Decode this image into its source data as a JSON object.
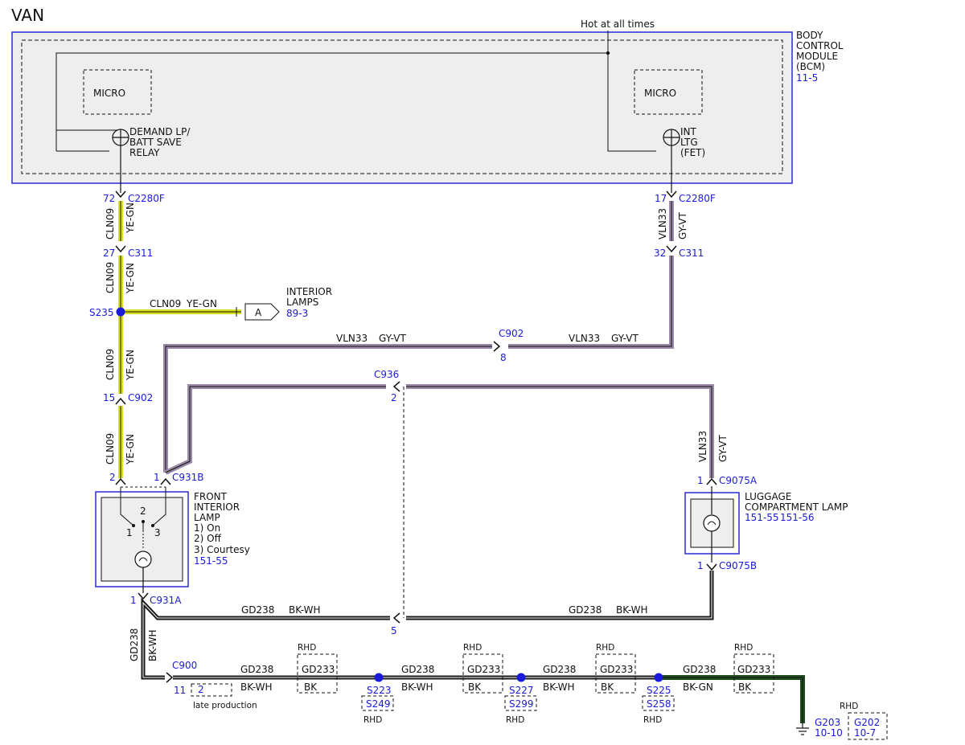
{
  "title": "VAN",
  "hot_label": "Hot at all times",
  "bcm": {
    "line1": "BODY",
    "line2": "CONTROL",
    "line3": "MODULE",
    "line4": "(BCM)",
    "ref": "11-5",
    "micro_left": "MICRO",
    "micro_right": "MICRO",
    "demand_1": "DEMAND LP/",
    "demand_2": "BATT SAVE",
    "demand_3": "RELAY",
    "int_1": "INT",
    "int_2": "LTG",
    "int_3": "(FET)"
  },
  "connectors": {
    "c2280f_a_pin": "72",
    "c2280f_a": "C2280F",
    "c2280f_b_pin": "17",
    "c2280f_b": "C2280F",
    "c311_a_pin": "27",
    "c311_a": "C311",
    "c311_b_pin": "32",
    "c311_b": "C311",
    "c902_top": "C902",
    "c902_top_pin": "8",
    "c902_left_pin": "15",
    "c902_left": "C902",
    "c936": "C936",
    "c936_pin": "2",
    "c931b_pin_a": "2",
    "c931b_pin_b": "1",
    "c931b": "C931B",
    "c9075a_pin": "1",
    "c9075a": "C9075A",
    "c9075b_pin": "1",
    "c9075b": "C9075B",
    "c931a_pin": "1",
    "c931a": "C931A",
    "mid_pin": "5",
    "c900": "C900",
    "c900_pin": "11",
    "c900_alt_pin": "2",
    "late_production": "late production"
  },
  "wires": {
    "cln09": "CLN09",
    "ye_gn": "YE-GN",
    "vln33": "VLN33",
    "gy_vt": "GY-VT",
    "gd238": "GD238",
    "bk_wh": "BK-WH",
    "bk_gn": "BK-GN",
    "gd233": "GD233",
    "bk": "BK",
    "rhd": "RHD"
  },
  "splices": {
    "s235": "S235",
    "s223": "S223",
    "s249": "S249",
    "s227": "S227",
    "s299": "S299",
    "s225": "S225",
    "s258": "S258"
  },
  "interior_lamps": {
    "line1": "INTERIOR",
    "line2": "LAMPS",
    "ref": "89-3",
    "arrow_letter": "A"
  },
  "front_lamp": {
    "line1": "FRONT",
    "line2": "INTERIOR",
    "line3": "LAMP",
    "opt1": "1) On",
    "opt2": "2) Off",
    "opt3": "3) Courtesy",
    "ref": "151-55",
    "pos1": "1",
    "pos2": "2",
    "pos3": "3"
  },
  "luggage_lamp": {
    "line1": "LUGGAGE",
    "line2": "COMPARTMENT LAMP",
    "ref1": "151-55",
    "ref2": "151-56"
  },
  "grounds": {
    "g203": "G203",
    "g203_ref": "10-10",
    "g202": "G202",
    "g202_ref": "10-7",
    "rhd": "RHD"
  },
  "colors": {
    "yellow_green": "#d8e020",
    "gray_violet": "#9a8aa8",
    "black_white": "#1a1a1a",
    "black_green": "#1e4a1e",
    "label_blue": "#1a1adc",
    "module_fill": "#eeeeee"
  }
}
